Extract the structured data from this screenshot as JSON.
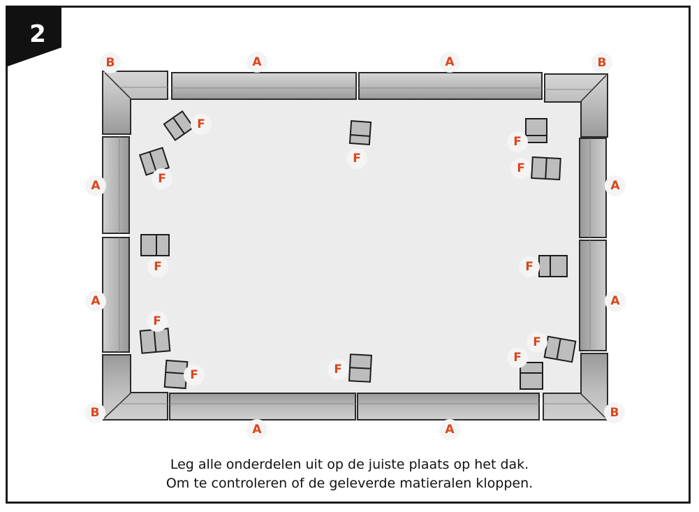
{
  "step": {
    "number": "2"
  },
  "labels": {
    "part_a": "A",
    "part_b": "B",
    "part_f": "F"
  },
  "caption": {
    "line1": "Leg alle onderdelen uit op de juiste plaats op het dak.",
    "line2": "Om te controleren of de geleverde matieralen kloppen."
  },
  "colors": {
    "accent": "#d9471e",
    "frame": "#1b1b1b",
    "roof": "#ececec",
    "edge": "#a9a9a9"
  }
}
